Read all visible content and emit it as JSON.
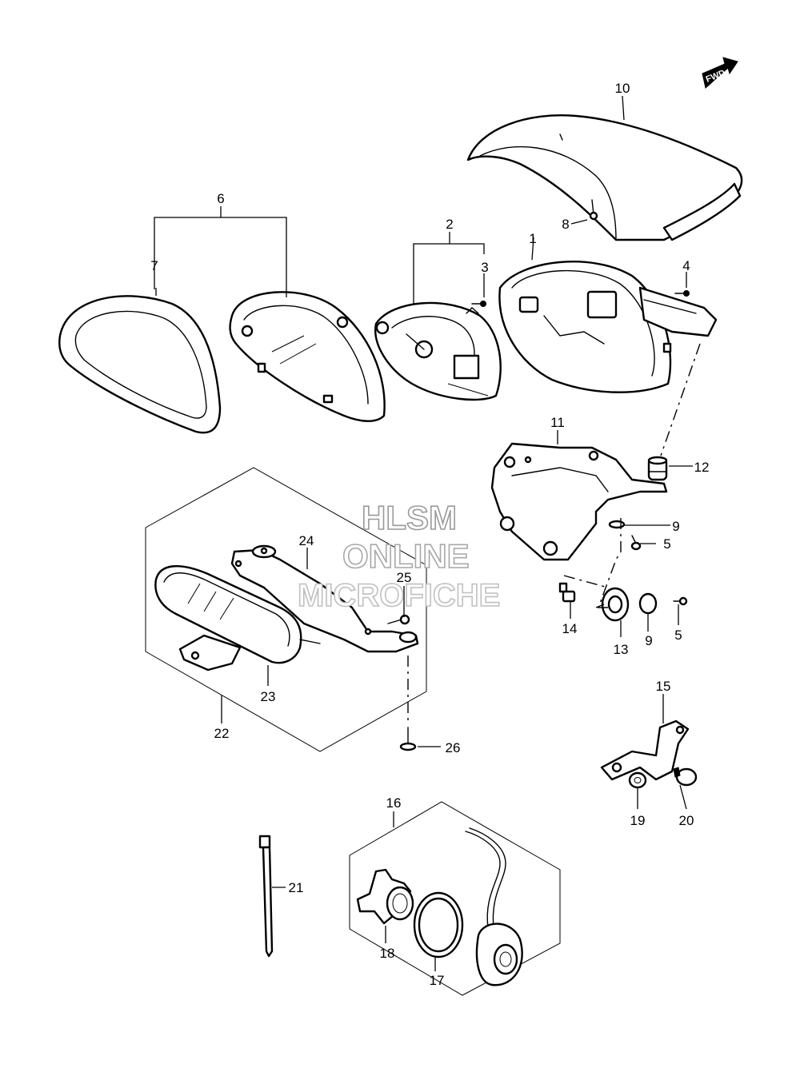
{
  "fwd_arrow": {
    "label": "FWD"
  },
  "watermark": {
    "line1": "HLSM",
    "line2": "ONLINE",
    "line3": "MICROFICHE",
    "color": "#c8c8c8"
  },
  "callouts": {
    "c1": "1",
    "c2": "2",
    "c3": "3",
    "c4": "4",
    "c5a": "5",
    "c5b": "5",
    "c6": "6",
    "c7": "7",
    "c8": "8",
    "c9a": "9",
    "c9b": "9",
    "c10": "10",
    "c11": "11",
    "c12": "12",
    "c13": "13",
    "c14": "14",
    "c15": "15",
    "c16": "16",
    "c17": "17",
    "c18": "18",
    "c19": "19",
    "c20": "20",
    "c21": "21",
    "c22": "22",
    "c23": "23",
    "c24": "24",
    "c25": "25",
    "c26": "26"
  }
}
